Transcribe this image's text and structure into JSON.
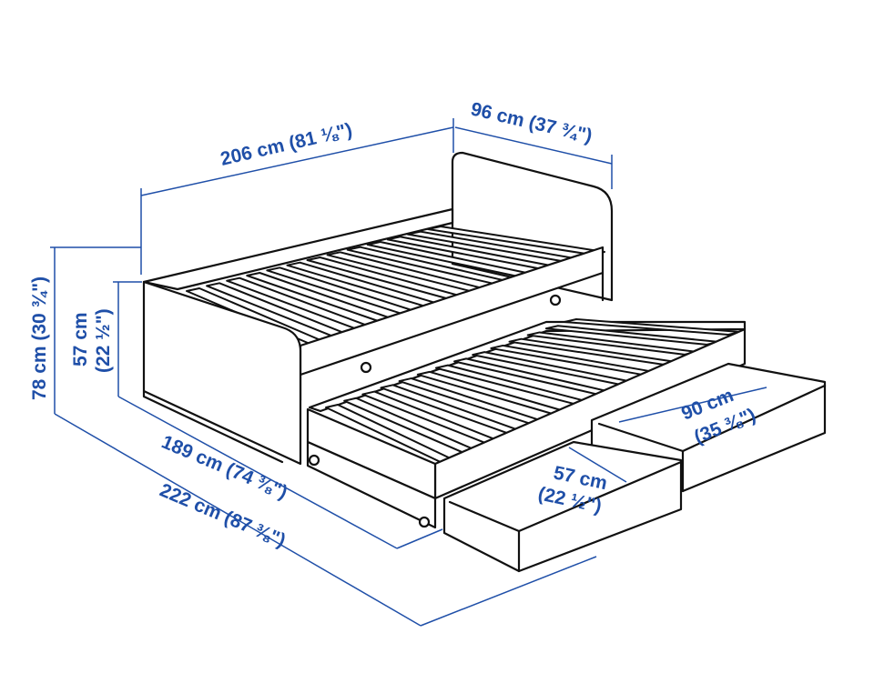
{
  "colors": {
    "dimension": "#1f4fa8",
    "outline": "#111111",
    "background": "#ffffff"
  },
  "dimensions": {
    "bed_length": "206 cm (81 ⅛\")",
    "bed_width": "96 cm (37 ¾\")",
    "total_height": "78 cm (30 ¾\")",
    "side_height": "57 cm",
    "side_height_in": "(22 ½\")",
    "trundle_length": "189 cm (74 ⅜\")",
    "extended_length": "222 cm (87 ⅜\")",
    "drawer_depth": "57 cm",
    "drawer_depth_in": "(22 ½\")",
    "drawer_width": "90 cm",
    "drawer_width_in": "(35 ⅜\")"
  }
}
